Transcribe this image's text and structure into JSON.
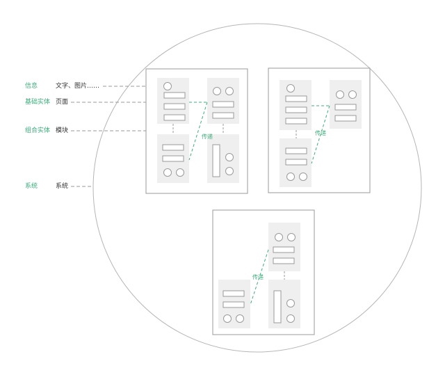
{
  "legend": [
    {
      "category": "信息",
      "value": "文字、图片……"
    },
    {
      "category": "基础实体",
      "value": "页面"
    },
    {
      "category": "组合实体",
      "value": "模块"
    },
    {
      "category": "系统",
      "value": "系统"
    }
  ],
  "transfer_label": "传递",
  "colors": {
    "accent": "#3cae7c",
    "text": "#333333",
    "page_fill": "#efefef",
    "outline": "#9a9a9a",
    "dash": "#9a9a9a"
  }
}
